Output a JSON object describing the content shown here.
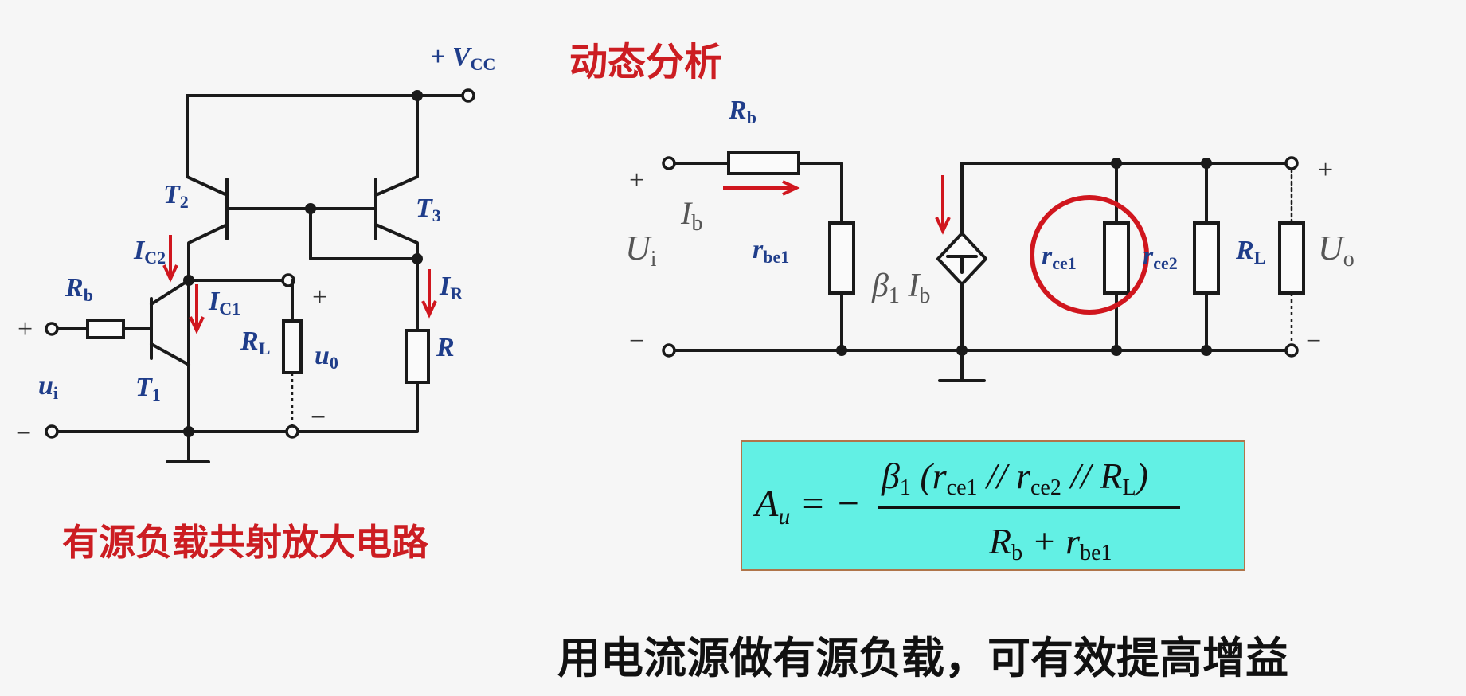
{
  "title": "动态分析",
  "caption": "有源负载共射放大电路",
  "note": "用电流源做有源负载，可有效提高增益",
  "left_circuit": {
    "vcc_label": "+ V",
    "vcc_sub": "CC",
    "t1": "T",
    "t1_sub": "1",
    "t2": "T",
    "t2_sub": "2",
    "t3": "T",
    "t3_sub": "3",
    "rb": "R",
    "rb_sub": "b",
    "rl": "R",
    "rl_sub": "L",
    "r": "R",
    "ic2": "I",
    "ic2_sub": "C2",
    "ic1": "I",
    "ic1_sub": "C1",
    "ir": "I",
    "ir_sub": "R",
    "ui": "u",
    "ui_sub": "i",
    "uo": "u",
    "uo_sub": "0",
    "plus": "+",
    "minus": "−"
  },
  "right_circuit": {
    "rb": "R",
    "rb_sub": "b",
    "rbe1": "r",
    "rbe1_sub": "be1",
    "rce1": "r",
    "rce1_sub": "ce1",
    "rce2": "r",
    "rce2_sub": "ce2",
    "rl": "R",
    "rl_sub": "L",
    "ib": "I",
    "ib_sub": "b",
    "beta_ib": "β",
    "beta_sub": "1",
    "beta_ib_i": "I",
    "beta_ib_sub": "b",
    "ui": "U",
    "ui_sub": "i",
    "uo": "U",
    "uo_sub": "o",
    "plus": "+",
    "minus": "−",
    "highlight_color": "#d0161e"
  },
  "formula": {
    "lhs": "A",
    "lhs_sub": "u",
    "equals": " = −",
    "num_beta": "β",
    "num_beta_sub": "1",
    "num_open": " (r",
    "num_rce1_sub": "ce1",
    "num_par1": " // r",
    "num_rce2_sub": "ce2",
    "num_par2": " // R",
    "num_rl_sub": "L",
    "num_close": ")",
    "den_rb": "R",
    "den_rb_sub": "b",
    "den_plus": " + r",
    "den_rbe_sub": "be1",
    "box_color": "#62f0e4"
  }
}
